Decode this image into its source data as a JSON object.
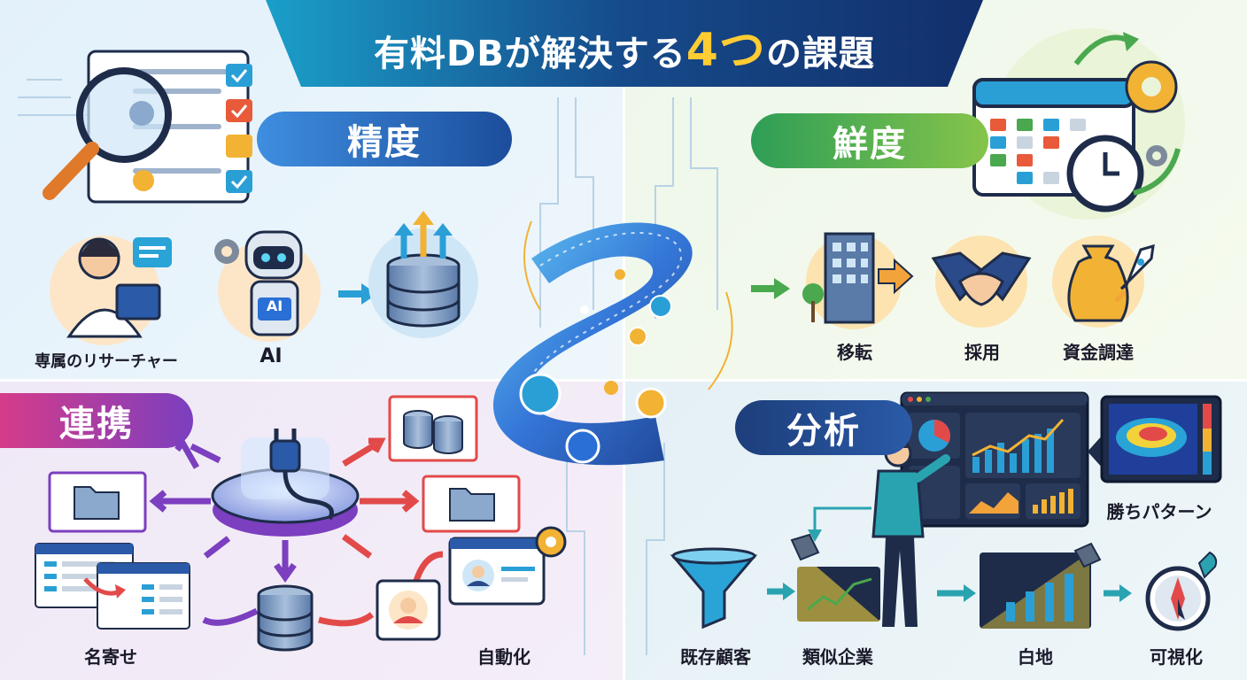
{
  "title": {
    "prefix": "有料DBが解決する",
    "highlight": "4つ",
    "suffix": "の課題"
  },
  "sections": {
    "accuracy": {
      "label": "精度",
      "items": [
        "専属のリサーチャー",
        "AI"
      ],
      "ai_badge": "AI"
    },
    "freshness": {
      "label": "鮮度",
      "items": [
        "移転",
        "採用",
        "資金調達"
      ]
    },
    "integration": {
      "label": "連携",
      "items": [
        "名寄せ",
        "自動化"
      ]
    },
    "analysis": {
      "label": "分析",
      "items": [
        "勝ちパターン",
        "既存顧客",
        "類似企業",
        "白地",
        "可視化"
      ]
    }
  },
  "colors": {
    "accuracy": "#2a66c4",
    "freshness": "#4aa84e",
    "integration": "#a23ca8",
    "analysis": "#1d3e7a",
    "title_highlight": "#ffcc33"
  }
}
